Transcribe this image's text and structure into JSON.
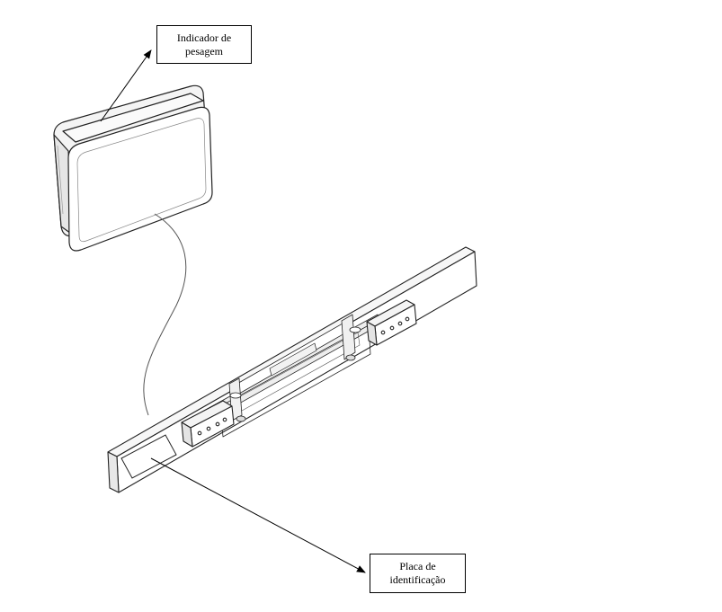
{
  "callouts": {
    "indicator": {
      "line1": "Indicador de",
      "line2": "pesagem"
    },
    "plate": {
      "line1": "Placa de",
      "line2": "identificação"
    }
  },
  "colors": {
    "stroke": "#000000",
    "background": "#ffffff",
    "cable": "#555555"
  }
}
